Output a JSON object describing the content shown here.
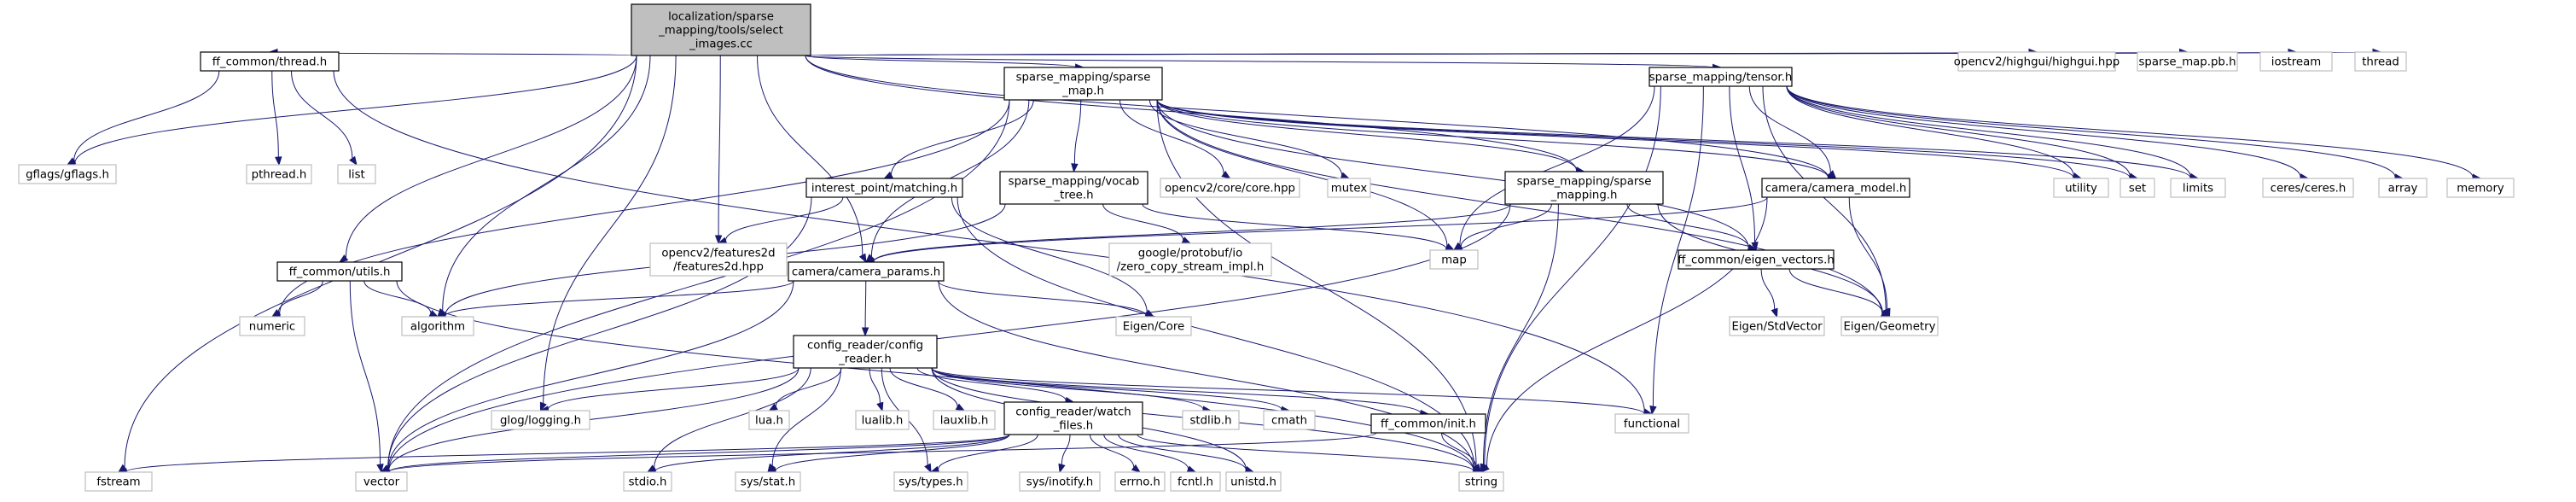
{
  "nodes": [
    {
      "id": "main",
      "kind": "main",
      "lines": [
        "localization/sparse",
        "_mapping/tools/select",
        "_images.cc"
      ]
    },
    {
      "id": "thread_h",
      "kind": "local",
      "lines": [
        "ff_common/thread.h"
      ]
    },
    {
      "id": "sparse_map_h",
      "kind": "local",
      "lines": [
        "sparse_mapping/sparse",
        "_map.h"
      ]
    },
    {
      "id": "tensor_h",
      "kind": "local",
      "lines": [
        "sparse_mapping/tensor.h"
      ]
    },
    {
      "id": "highgui",
      "kind": "system",
      "lines": [
        "opencv2/highgui/highgui.hpp"
      ]
    },
    {
      "id": "sparse_map_pb",
      "kind": "system",
      "lines": [
        "sparse_map.pb.h"
      ]
    },
    {
      "id": "iostream",
      "kind": "system",
      "lines": [
        "iostream"
      ]
    },
    {
      "id": "thread",
      "kind": "system",
      "lines": [
        "thread"
      ]
    },
    {
      "id": "gflags",
      "kind": "system",
      "lines": [
        "gflags/gflags.h"
      ]
    },
    {
      "id": "pthread",
      "kind": "system",
      "lines": [
        "pthread.h"
      ]
    },
    {
      "id": "list",
      "kind": "system",
      "lines": [
        "list"
      ]
    },
    {
      "id": "matching_h",
      "kind": "local",
      "lines": [
        "interest_point/matching.h"
      ]
    },
    {
      "id": "vocab_tree_h",
      "kind": "local",
      "lines": [
        "sparse_mapping/vocab",
        "_tree.h"
      ]
    },
    {
      "id": "opencv_core",
      "kind": "system",
      "lines": [
        "opencv2/core/core.hpp"
      ]
    },
    {
      "id": "mutex",
      "kind": "system",
      "lines": [
        "mutex"
      ]
    },
    {
      "id": "sparse_mapping_h",
      "kind": "local",
      "lines": [
        "sparse_mapping/sparse",
        "_mapping.h"
      ]
    },
    {
      "id": "camera_model_h",
      "kind": "local",
      "lines": [
        "camera/camera_model.h"
      ]
    },
    {
      "id": "utility",
      "kind": "system",
      "lines": [
        "utility"
      ]
    },
    {
      "id": "set",
      "kind": "system",
      "lines": [
        "set"
      ]
    },
    {
      "id": "limits",
      "kind": "system",
      "lines": [
        "limits"
      ]
    },
    {
      "id": "ceres",
      "kind": "system",
      "lines": [
        "ceres/ceres.h"
      ]
    },
    {
      "id": "array",
      "kind": "system",
      "lines": [
        "array"
      ]
    },
    {
      "id": "memory",
      "kind": "system",
      "lines": [
        "memory"
      ]
    },
    {
      "id": "features2d",
      "kind": "system",
      "lines": [
        "opencv2/features2d",
        "/features2d.hpp"
      ]
    },
    {
      "id": "map",
      "kind": "system",
      "lines": [
        "map"
      ]
    },
    {
      "id": "protobuf_zc",
      "kind": "system",
      "lines": [
        "google/protobuf/io",
        "/zero_copy_stream_impl.h"
      ]
    },
    {
      "id": "eigen_vectors_h",
      "kind": "local",
      "lines": [
        "ff_common/eigen_vectors.h"
      ]
    },
    {
      "id": "utils_h",
      "kind": "local",
      "lines": [
        "ff_common/utils.h"
      ]
    },
    {
      "id": "camera_params_h",
      "kind": "local",
      "lines": [
        "camera/camera_params.h"
      ]
    },
    {
      "id": "numeric",
      "kind": "system",
      "lines": [
        "numeric"
      ]
    },
    {
      "id": "algorithm",
      "kind": "system",
      "lines": [
        "algorithm"
      ]
    },
    {
      "id": "eigen_core",
      "kind": "system",
      "lines": [
        "Eigen/Core"
      ]
    },
    {
      "id": "eigen_stdvector",
      "kind": "system",
      "lines": [
        "Eigen/StdVector"
      ]
    },
    {
      "id": "eigen_geometry",
      "kind": "system",
      "lines": [
        "Eigen/Geometry"
      ]
    },
    {
      "id": "config_reader_h",
      "kind": "local",
      "lines": [
        "config_reader/config",
        "_reader.h"
      ]
    },
    {
      "id": "glog",
      "kind": "system",
      "lines": [
        "glog/logging.h"
      ]
    },
    {
      "id": "lua",
      "kind": "system",
      "lines": [
        "lua.h"
      ]
    },
    {
      "id": "lualib",
      "kind": "system",
      "lines": [
        "lualib.h"
      ]
    },
    {
      "id": "lauxlib",
      "kind": "system",
      "lines": [
        "lauxlib.h"
      ]
    },
    {
      "id": "watch_files_h",
      "kind": "local",
      "lines": [
        "config_reader/watch",
        "_files.h"
      ]
    },
    {
      "id": "stdlib",
      "kind": "system",
      "lines": [
        "stdlib.h"
      ]
    },
    {
      "id": "cmath",
      "kind": "system",
      "lines": [
        "cmath"
      ]
    },
    {
      "id": "init_h",
      "kind": "local",
      "lines": [
        "ff_common/init.h"
      ]
    },
    {
      "id": "functional",
      "kind": "system",
      "lines": [
        "functional"
      ]
    },
    {
      "id": "fstream",
      "kind": "system",
      "lines": [
        "fstream"
      ]
    },
    {
      "id": "vector",
      "kind": "system",
      "lines": [
        "vector"
      ]
    },
    {
      "id": "stdio",
      "kind": "system",
      "lines": [
        "stdio.h"
      ]
    },
    {
      "id": "sys_stat",
      "kind": "system",
      "lines": [
        "sys/stat.h"
      ]
    },
    {
      "id": "sys_types",
      "kind": "system",
      "lines": [
        "sys/types.h"
      ]
    },
    {
      "id": "sys_inotify",
      "kind": "system",
      "lines": [
        "sys/inotify.h"
      ]
    },
    {
      "id": "errno",
      "kind": "system",
      "lines": [
        "errno.h"
      ]
    },
    {
      "id": "fcntl",
      "kind": "system",
      "lines": [
        "fcntl.h"
      ]
    },
    {
      "id": "unistd",
      "kind": "system",
      "lines": [
        "unistd.h"
      ]
    },
    {
      "id": "string",
      "kind": "system",
      "lines": [
        "string"
      ]
    }
  ],
  "edges": [
    [
      "main",
      "thread_h"
    ],
    [
      "main",
      "sparse_map_h"
    ],
    [
      "main",
      "tensor_h"
    ],
    [
      "main",
      "highgui"
    ],
    [
      "main",
      "sparse_map_pb"
    ],
    [
      "main",
      "iostream"
    ],
    [
      "main",
      "thread"
    ],
    [
      "main",
      "gflags"
    ],
    [
      "main",
      "glog"
    ],
    [
      "main",
      "features2d"
    ],
    [
      "main",
      "camera_params_h"
    ],
    [
      "main",
      "sparse_mapping_h"
    ],
    [
      "main",
      "utils_h"
    ],
    [
      "main",
      "algorithm"
    ],
    [
      "main",
      "fstream"
    ],
    [
      "main",
      "camera_model_h"
    ],
    [
      "thread_h",
      "gflags"
    ],
    [
      "thread_h",
      "pthread"
    ],
    [
      "thread_h",
      "list"
    ],
    [
      "thread_h",
      "functional"
    ],
    [
      "sparse_map_h",
      "matching_h"
    ],
    [
      "sparse_map_h",
      "vocab_tree_h"
    ],
    [
      "sparse_map_h",
      "opencv_core"
    ],
    [
      "sparse_map_h",
      "mutex"
    ],
    [
      "sparse_map_h",
      "sparse_mapping_h"
    ],
    [
      "sparse_map_h",
      "camera_model_h"
    ],
    [
      "sparse_map_h",
      "utility"
    ],
    [
      "sparse_map_h",
      "set"
    ],
    [
      "sparse_map_h",
      "limits"
    ],
    [
      "sparse_map_h",
      "map"
    ],
    [
      "sparse_map_h",
      "string"
    ],
    [
      "sparse_map_h",
      "vector"
    ],
    [
      "sparse_map_h",
      "eigen_vectors_h"
    ],
    [
      "sparse_map_h",
      "camera_params_h"
    ],
    [
      "sparse_map_h",
      "numeric"
    ],
    [
      "sparse_map_h",
      "eigen_geometry"
    ],
    [
      "tensor_h",
      "ceres"
    ],
    [
      "tensor_h",
      "array"
    ],
    [
      "tensor_h",
      "memory"
    ],
    [
      "tensor_h",
      "limits"
    ],
    [
      "tensor_h",
      "set"
    ],
    [
      "tensor_h",
      "utility"
    ],
    [
      "tensor_h",
      "camera_model_h"
    ],
    [
      "tensor_h",
      "eigen_vectors_h"
    ],
    [
      "tensor_h",
      "eigen_geometry"
    ],
    [
      "tensor_h",
      "string"
    ],
    [
      "tensor_h",
      "map"
    ],
    [
      "tensor_h",
      "functional"
    ],
    [
      "matching_h",
      "features2d"
    ],
    [
      "matching_h",
      "eigen_core"
    ],
    [
      "matching_h",
      "vector"
    ],
    [
      "matching_h",
      "string"
    ],
    [
      "vocab_tree_h",
      "map"
    ],
    [
      "vocab_tree_h",
      "protobuf_zc"
    ],
    [
      "vocab_tree_h",
      "algorithm"
    ],
    [
      "sparse_mapping_h",
      "map"
    ],
    [
      "sparse_mapping_h",
      "camera_params_h"
    ],
    [
      "sparse_mapping_h",
      "eigen_vectors_h"
    ],
    [
      "sparse_mapping_h",
      "string"
    ],
    [
      "sparse_mapping_h",
      "eigen_geometry"
    ],
    [
      "sparse_mapping_h",
      "vector"
    ],
    [
      "camera_model_h",
      "camera_params_h"
    ],
    [
      "camera_model_h",
      "eigen_geometry"
    ],
    [
      "camera_model_h",
      "string"
    ],
    [
      "eigen_vectors_h",
      "eigen_stdvector"
    ],
    [
      "eigen_vectors_h",
      "eigen_geometry"
    ],
    [
      "utils_h",
      "numeric"
    ],
    [
      "utils_h",
      "algorithm"
    ],
    [
      "utils_h",
      "vector"
    ],
    [
      "utils_h",
      "string"
    ],
    [
      "camera_params_h",
      "algorithm"
    ],
    [
      "camera_params_h",
      "eigen_core"
    ],
    [
      "camera_params_h",
      "config_reader_h"
    ],
    [
      "camera_params_h",
      "vector"
    ],
    [
      "camera_params_h",
      "string"
    ],
    [
      "config_reader_h",
      "glog"
    ],
    [
      "config_reader_h",
      "lua"
    ],
    [
      "config_reader_h",
      "lualib"
    ],
    [
      "config_reader_h",
      "lauxlib"
    ],
    [
      "config_reader_h",
      "watch_files_h"
    ],
    [
      "config_reader_h",
      "stdlib"
    ],
    [
      "config_reader_h",
      "cmath"
    ],
    [
      "config_reader_h",
      "init_h"
    ],
    [
      "config_reader_h",
      "functional"
    ],
    [
      "config_reader_h",
      "string"
    ],
    [
      "config_reader_h",
      "vector"
    ],
    [
      "config_reader_h",
      "stdio"
    ],
    [
      "config_reader_h",
      "sys_stat"
    ],
    [
      "config_reader_h",
      "sys_types"
    ],
    [
      "config_reader_h",
      "unistd"
    ],
    [
      "watch_files_h",
      "fstream"
    ],
    [
      "watch_files_h",
      "vector"
    ],
    [
      "watch_files_h",
      "stdio"
    ],
    [
      "watch_files_h",
      "sys_stat"
    ],
    [
      "watch_files_h",
      "sys_types"
    ],
    [
      "watch_files_h",
      "sys_inotify"
    ],
    [
      "watch_files_h",
      "errno"
    ],
    [
      "watch_files_h",
      "fcntl"
    ],
    [
      "watch_files_h",
      "unistd"
    ],
    [
      "watch_files_h",
      "string"
    ],
    [
      "init_h",
      "vector"
    ],
    [
      "init_h",
      "string"
    ]
  ]
}
